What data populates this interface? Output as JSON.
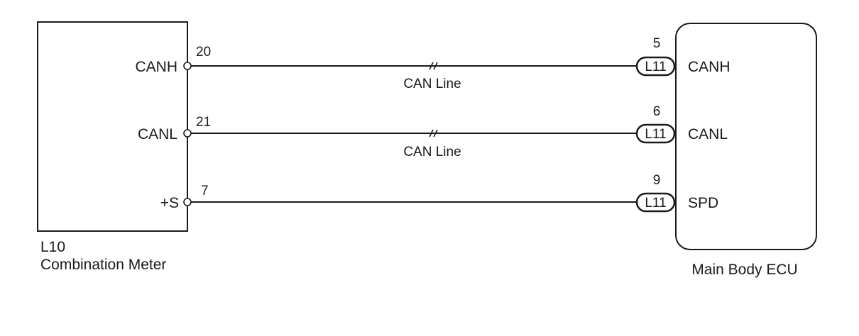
{
  "left_component": {
    "code": "L10",
    "name": "Combination Meter",
    "terminals": [
      {
        "name": "CANH",
        "pin": "20"
      },
      {
        "name": "CANL",
        "pin": "21"
      },
      {
        "name": "+S",
        "pin": "7"
      }
    ]
  },
  "right_component": {
    "name": "Main Body ECU",
    "connector": "L11",
    "terminals": [
      {
        "name": "CANH",
        "pin": "5"
      },
      {
        "name": "CANL",
        "pin": "6"
      },
      {
        "name": "SPD",
        "pin": "9"
      }
    ]
  },
  "wires": [
    {
      "label": "CAN Line"
    },
    {
      "label": "CAN Line"
    },
    {
      "label": ""
    }
  ],
  "colors": {
    "line": "#1a1a1a",
    "background": "#ffffff"
  }
}
